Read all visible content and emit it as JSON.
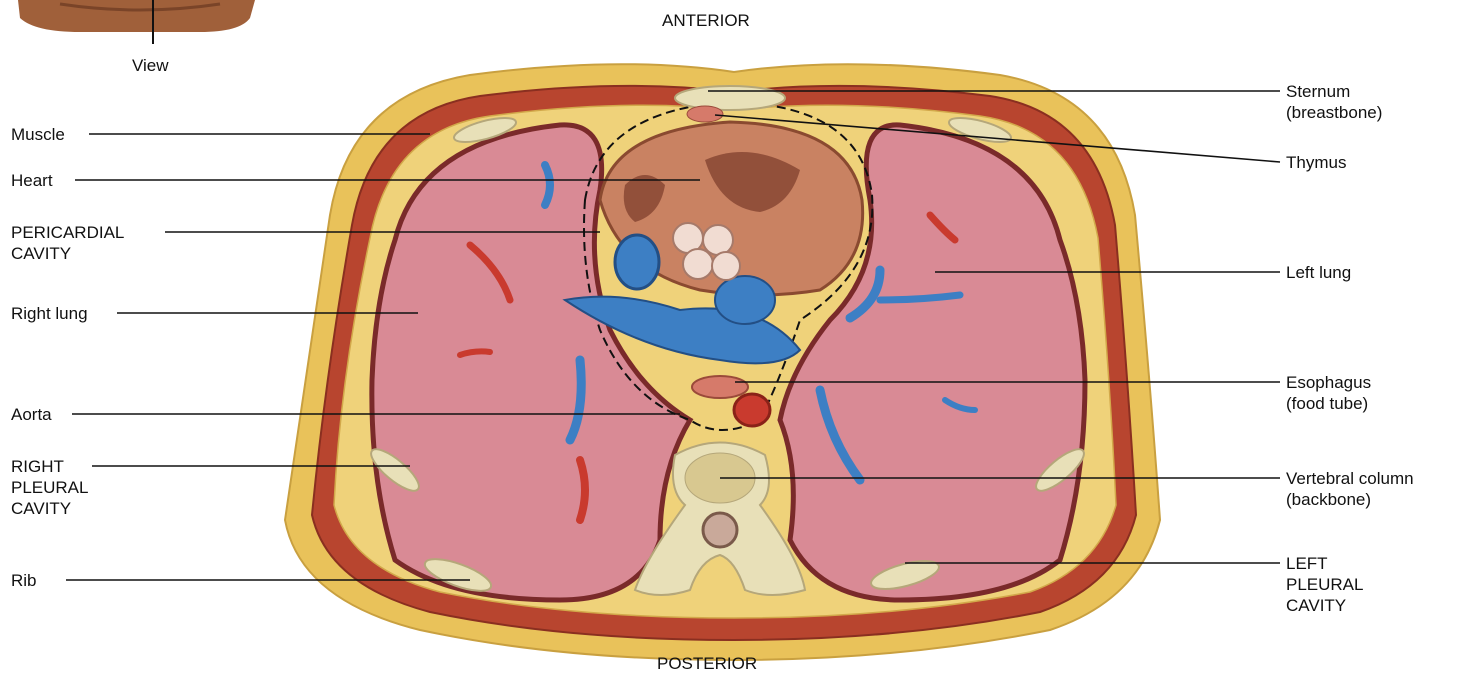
{
  "orientation": {
    "anterior": "ANTERIOR",
    "posterior": "POSTERIOR"
  },
  "view_label": "View",
  "labels_left": {
    "muscle": "Muscle",
    "heart": "Heart",
    "pericardial_cavity": "PERICARDIAL\nCAVITY",
    "right_lung": "Right lung",
    "aorta": "Aorta",
    "right_pleural_cavity": "RIGHT\nPLEURAL\nCAVITY",
    "rib": "Rib"
  },
  "labels_right": {
    "sternum": "Sternum\n(breastbone)",
    "thymus": "Thymus",
    "left_lung": "Left lung",
    "esophagus": "Esophagus\n(food tube)",
    "vertebral_column": "Vertebral column\n(backbone)",
    "left_pleural_cavity": "LEFT\nPLEURAL\nCAVITY"
  },
  "colors": {
    "fat": "#e9c25a",
    "muscle": "#b8452f",
    "lung": "#d98a95",
    "pleura": "#7a2a2a",
    "heart": "#c98262",
    "vein": "#3d7fc4",
    "artery": "#c93a2e",
    "bone": "#e8e0b8",
    "skin": "#a0603a"
  }
}
